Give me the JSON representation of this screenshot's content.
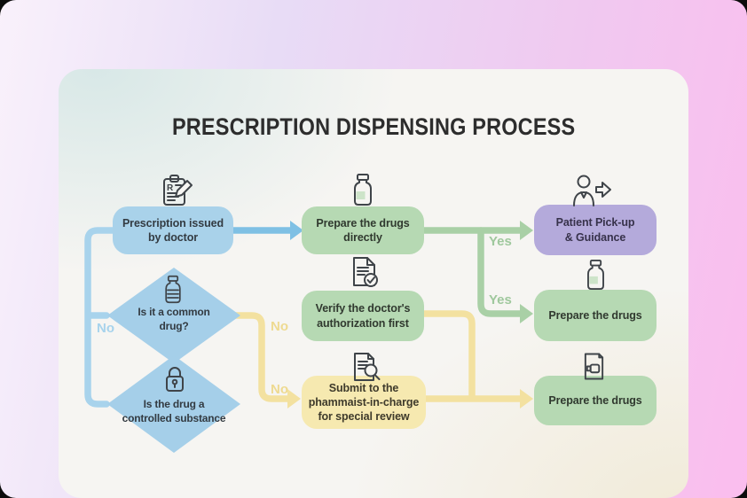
{
  "title": "PRESCRIPTION DISPENSING PROCESS",
  "nodes": {
    "start": {
      "label": "Prescription issued\nby doctor",
      "icon": "prescription-pad-icon",
      "color": "#a9d2ea"
    },
    "prepare_directly": {
      "label": "Prepare the drugs\ndirectly",
      "icon": "medicine-bottle-icon",
      "color": "#b6d9b3"
    },
    "pickup": {
      "label": "Patient Pick-up\n& Guidance",
      "icon": "patient-pickup-icon",
      "color": "#b4aadb"
    },
    "common_drug": {
      "label": "Is it a common\ndrug?",
      "icon": "pill-bottle-icon",
      "color": "#a5cfe9"
    },
    "verify": {
      "label": "Verify the doctor's\nauthorization first",
      "icon": "document-check-icon",
      "color": "#b6d9b3"
    },
    "prepare_verified": {
      "label": "Prepare the drugs",
      "icon": "medicine-bottle-icon",
      "color": "#b6d9b3"
    },
    "controlled": {
      "label": "Is the drug a\ncontrolled substance",
      "icon": "lock-icon",
      "color": "#a5cfe9"
    },
    "submit": {
      "label": "Submit to the\nphammaist-in-charge\nfor special review",
      "icon": "document-search-icon",
      "color": "#f6e9b0"
    },
    "prepare_reviewed": {
      "label": "Prepare the drugs",
      "icon": "document-bottle-icon",
      "color": "#b6d9b3"
    }
  },
  "edge_labels": {
    "yes_top": "Yes",
    "yes_mid": "Yes",
    "no_left": "No",
    "no_mid_top": "No",
    "no_mid_bottom": "No"
  },
  "colors": {
    "background_left": "#f9f1fb",
    "background_right": "#fbbdee",
    "card": "#f6f5f2",
    "title_text": "#2d2d2d",
    "line_blue": "#7fc0e4",
    "line_blue_light": "#a8d3ec",
    "line_green": "#a9d0a6",
    "line_yellow": "#f3e1a0",
    "label_yes": "#9fc89d",
    "label_no_blue": "#a7d3ec",
    "label_no_yellow": "#eeda91",
    "node_text": "#333b42"
  }
}
